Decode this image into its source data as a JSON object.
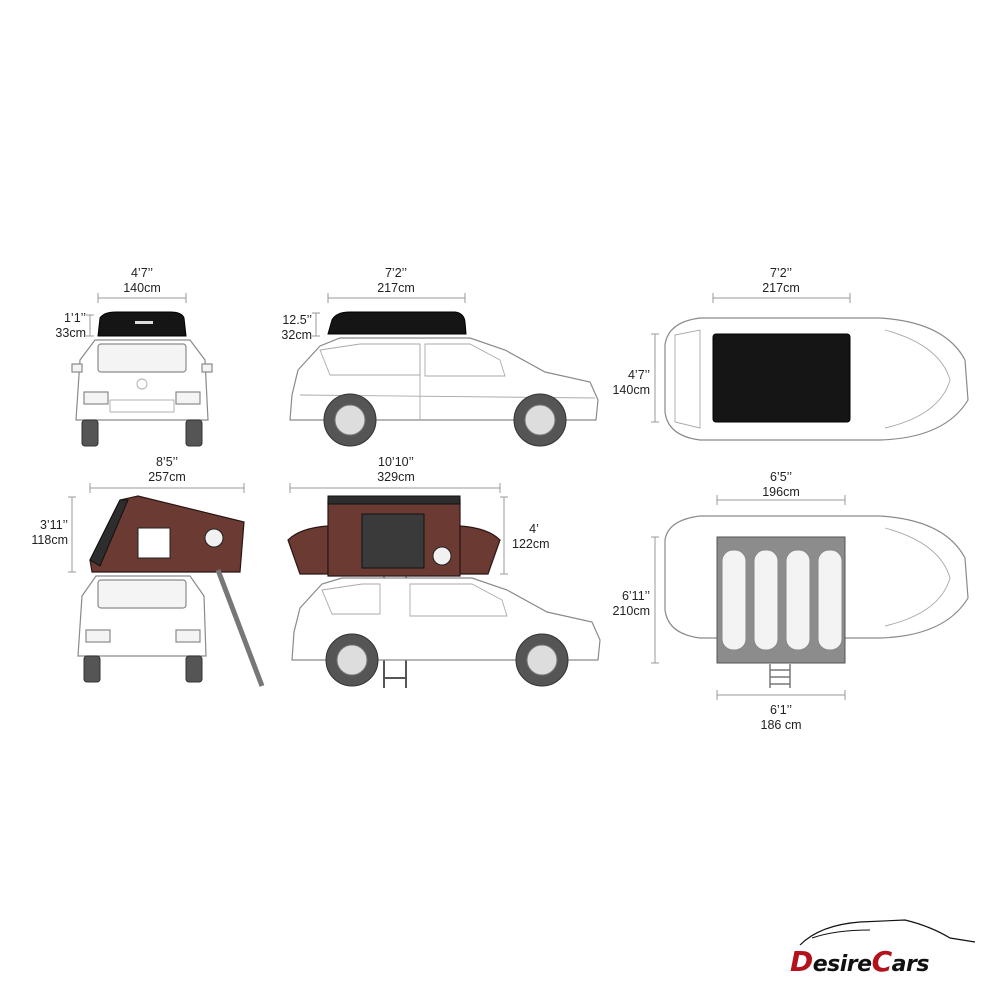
{
  "front_closed": {
    "width_imperial": "4’7’’",
    "width_metric": "140cm",
    "height_imperial": "1’1’’",
    "height_metric": "33cm"
  },
  "side_closed": {
    "length_imperial": "7’2’’",
    "length_metric": "217cm",
    "height_imperial": "12.5’’",
    "height_metric": "32cm"
  },
  "top_closed": {
    "length_imperial": "7’2’’",
    "length_metric": "217cm",
    "width_imperial": "4’7’’",
    "width_metric": "140cm"
  },
  "front_open": {
    "width_imperial": "8’5’’",
    "width_metric": "257cm",
    "height_imperial": "3’11’’",
    "height_metric": "118cm"
  },
  "side_open": {
    "length_imperial": "10’10’’",
    "length_metric": "329cm",
    "height_imperial": "4’",
    "height_metric": "122cm"
  },
  "top_open": {
    "length_imperial": "6’5’’",
    "length_metric": "196cm",
    "width_imperial": "6’11’’",
    "width_metric": "210cm",
    "mattress_imperial": "6’1’’",
    "mattress_metric": "186 cm"
  },
  "logo": {
    "first_letter": "D",
    "part1": "esire",
    "second_letter": "C",
    "part2": "ars"
  },
  "colors": {
    "tent_body": "#6b3a32",
    "hard_shell": "#151515",
    "logo_red": "#b3121b",
    "outline": "#8a8a8a"
  }
}
